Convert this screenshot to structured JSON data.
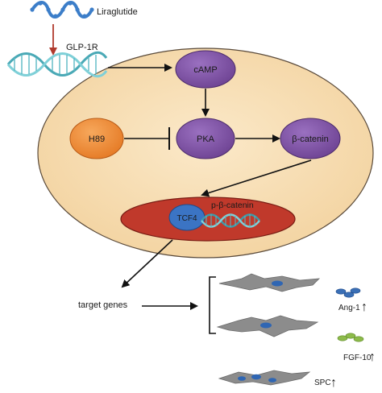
{
  "labels": {
    "liraglutide": "Liraglutide",
    "glp1r": "GLP-1R",
    "camp": "cAMP",
    "pka": "PKA",
    "h89": "H89",
    "beta_catenin": "β-catenin",
    "tcf4": "TCF4",
    "p_beta_catenin": "p-β-catenin",
    "target_genes": "target genes",
    "ang1": "Ang-1",
    "fgf10": "FGF-10",
    "spc": "SPC",
    "up_arrow": "↑"
  },
  "colors": {
    "cell": "#f6dcb0",
    "nucleus": "#c0392b",
    "node_purple": "#7b4fa0",
    "h89_orange": "#f08c3a",
    "tcf4_blue": "#3b74c4",
    "dna_teal": "#5ab8c4",
    "peptide_blue": "#3c7ec9",
    "ang1_blue": "#3a6fb6",
    "fgf10_green": "#8dbb4a",
    "cell_gray": "#8c8c8c"
  }
}
